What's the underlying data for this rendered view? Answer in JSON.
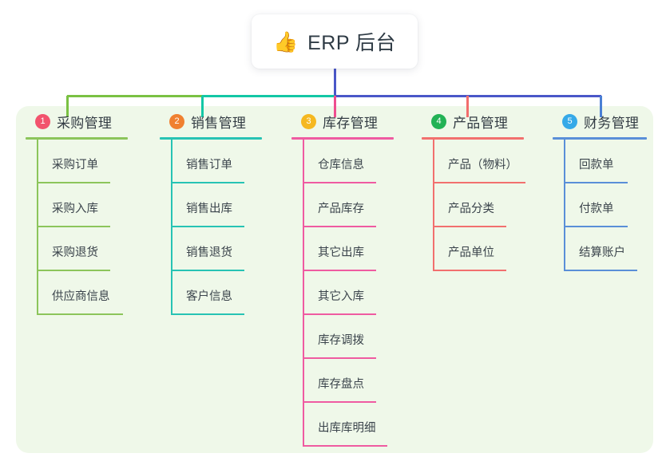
{
  "root": {
    "icon": "thumbs-up-icon",
    "icon_glyph": "👍",
    "title": "ERP 后台"
  },
  "panel": {
    "background_color": "#eff8e9"
  },
  "connector": {
    "stem_color": "#4a57c8",
    "segment_colors": [
      "#7ac143",
      "#13c7a6",
      "#4a57c8"
    ],
    "drop_colors": [
      "#7ac143",
      "#13c7a6",
      "#ef4d8f",
      "#f26d6d",
      "#4a7fd4"
    ]
  },
  "columns": [
    {
      "index": "1",
      "title": "采购管理",
      "badge_color": "#f2536d",
      "line_color": "#8cc55b",
      "items": [
        {
          "label": "采购订单",
          "rule_width": 92
        },
        {
          "label": "采购入库",
          "rule_width": 92
        },
        {
          "label": "采购退货",
          "rule_width": 92
        },
        {
          "label": "供应商信息",
          "rule_width": 108
        }
      ]
    },
    {
      "index": "2",
      "title": "销售管理",
      "badge_color": "#f08030",
      "line_color": "#27c3b4",
      "items": [
        {
          "label": "销售订单",
          "rule_width": 92
        },
        {
          "label": "销售出库",
          "rule_width": 92
        },
        {
          "label": "销售退货",
          "rule_width": 92
        },
        {
          "label": "客户信息",
          "rule_width": 92
        }
      ]
    },
    {
      "index": "3",
      "title": "库存管理",
      "badge_color": "#f5b820",
      "line_color": "#ef5ba1",
      "items": [
        {
          "label": "仓库信息",
          "rule_width": 92
        },
        {
          "label": "产品库存",
          "rule_width": 92
        },
        {
          "label": "其它出库",
          "rule_width": 92
        },
        {
          "label": "其它入库",
          "rule_width": 92
        },
        {
          "label": "库存调拨",
          "rule_width": 92
        },
        {
          "label": "库存盘点",
          "rule_width": 92
        },
        {
          "label": "出库库明细",
          "rule_width": 106
        }
      ]
    },
    {
      "index": "4",
      "title": "产品管理",
      "badge_color": "#22b255",
      "line_color": "#f2706e",
      "items": [
        {
          "label": "产品（物料）",
          "rule_width": 116
        },
        {
          "label": "产品分类",
          "rule_width": 92
        },
        {
          "label": "产品单位",
          "rule_width": 92
        }
      ]
    },
    {
      "index": "5",
      "title": "财务管理",
      "badge_color": "#35a9e8",
      "line_color": "#5a8fd8",
      "items": [
        {
          "label": "回款单",
          "rule_width": 80
        },
        {
          "label": "付款单",
          "rule_width": 80
        },
        {
          "label": "结算账户",
          "rule_width": 92
        }
      ]
    }
  ]
}
